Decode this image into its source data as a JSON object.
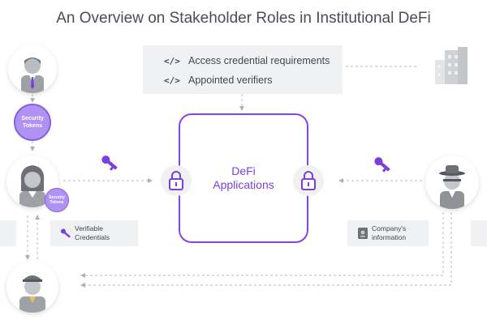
{
  "title": "An Overview on Stakeholder Roles in Institutional DeFi",
  "requirements": [
    {
      "icon": "</>",
      "text": "Access credential requirements"
    },
    {
      "icon": "</>",
      "text": "Appointed verifiers"
    }
  ],
  "center": {
    "line1": "DeFi",
    "line2": "Applications"
  },
  "tokens": {
    "large": "Security Tokens",
    "small": "Security Tokens"
  },
  "labels": {
    "verifiable": {
      "line1": "Verifiable",
      "line2": "Credentials"
    },
    "company": {
      "line1": "Company's",
      "line2": "information"
    }
  },
  "colors": {
    "accent": "#8545e6",
    "token": "#b092f2",
    "panel": "#f0f1f2",
    "arrow": "#b7b9bd"
  }
}
